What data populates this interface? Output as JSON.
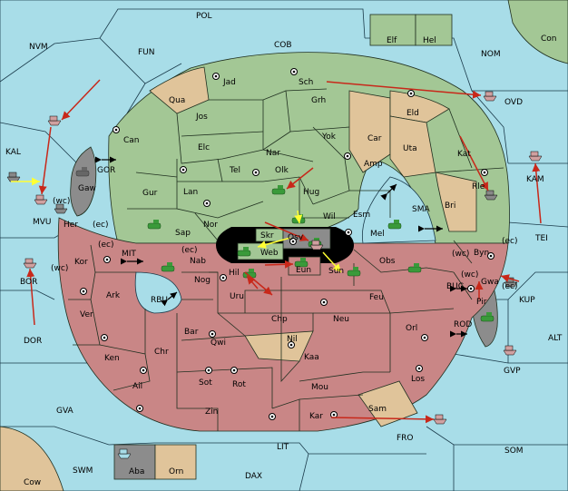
{
  "map": {
    "ocean": [
      "POL",
      "NVM",
      "FUN",
      "COB",
      "NOM",
      "OVD",
      "KAL",
      "GOR",
      "MVU",
      "KAM",
      "TEI",
      "BOR",
      "MIT",
      "RBU",
      "DOR",
      "SMA",
      "BUC",
      "KUP",
      "ROD",
      "ALT",
      "GVP",
      "GVA",
      "FRO",
      "LIT",
      "SOM",
      "SWM",
      "DAX"
    ],
    "green": [
      "Jad",
      "Sch",
      "Jos",
      "Grh",
      "Can",
      "Elc",
      "Nar",
      "Yok",
      "Tel",
      "Olk",
      "Gur",
      "Lan",
      "Hug",
      "Amp",
      "Kat",
      "Rle",
      "Sap",
      "Nor",
      "Skr",
      "Wil",
      "Esm",
      "Mel",
      "Elf",
      "Hel"
    ],
    "tan": [
      "Qua",
      "Car",
      "Eld",
      "Uta",
      "Bri",
      "Nil",
      "Sam",
      "Orn",
      "Con",
      "Cow"
    ],
    "red": [
      "Her",
      "Kor",
      "Ark",
      "Ver",
      "Ken",
      "Chr",
      "Ail",
      "Zin",
      "Sot",
      "Rot",
      "Qwi",
      "Bar",
      "Nog",
      "Nab",
      "Hil",
      "Uru",
      "Web",
      "Osv",
      "Eun",
      "Sun",
      "Obs",
      "Feu",
      "Chp",
      "Neu",
      "Orl",
      "Kaa",
      "Mou",
      "Los",
      "Kar",
      "Byn",
      "Gwa",
      "Pir"
    ],
    "grey": [
      "Gaw",
      "Aba"
    ],
    "coast_tags": [
      "(wc)",
      "(ec)",
      "(ec)",
      "(wc)",
      "(ec)",
      "(wc)",
      "(ec)",
      "(wc)",
      "(ec)"
    ]
  }
}
